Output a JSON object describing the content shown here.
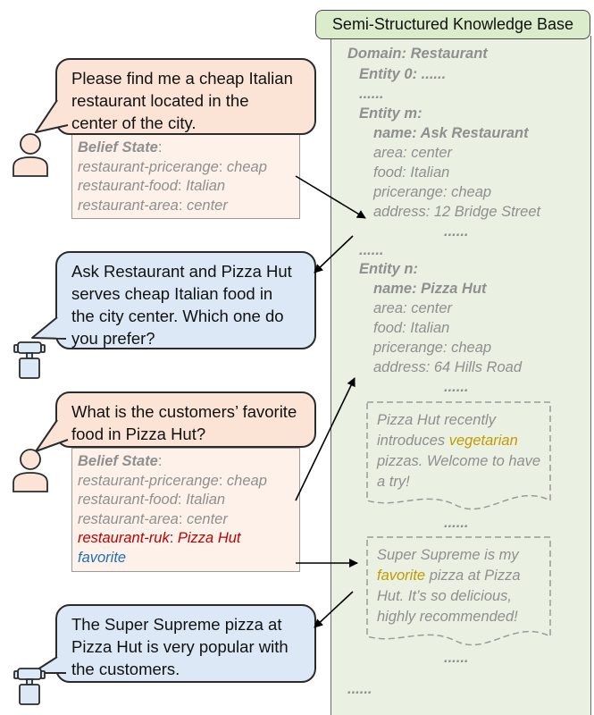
{
  "colors": {
    "user_bubble": "#fbe4d5",
    "system_bubble": "#dce8f6",
    "belief_bg": "#fdf1e9",
    "kb_bg": "#eaf1e3",
    "kb_title_bg": "#dbecca",
    "slot_text": "#8f8f8f",
    "highlight_red": "#c00000",
    "highlight_blue": "#1f6fb5",
    "highlight_gold": "#c09a00"
  },
  "icons": {
    "user": "person-icon",
    "system": "robot-icon"
  },
  "turns": [
    {
      "speaker": "user",
      "lines": [
        "Please find me a cheap Italian",
        "restaurant located in the",
        "center of the city."
      ]
    },
    {
      "speaker": "system",
      "lines": [
        "Ask Restaurant and Pizza Hut",
        "serves cheap Italian food in",
        "the city center. Which one do",
        "you prefer?"
      ]
    },
    {
      "speaker": "user",
      "lines": [
        "What is the customers’ favorite",
        "food in Pizza Hut?"
      ]
    },
    {
      "speaker": "system",
      "lines": [
        "The Super Supreme pizza at",
        "Pizza Hut is very popular with",
        "the customers."
      ]
    }
  ],
  "belief1": {
    "title": "Belief State",
    "colon": ":",
    "slots": [
      {
        "key": "restaurant-pricerange",
        "sep": ": ",
        "value": "cheap"
      },
      {
        "key": "restaurant-food",
        "sep": ": ",
        "value": "Italian"
      },
      {
        "key": "restaurant-area",
        "sep": ": ",
        "value": "center"
      }
    ]
  },
  "belief2": {
    "title": "Belief State",
    "colon": ":",
    "slots": [
      {
        "key": "restaurant-pricerange",
        "sep": ": ",
        "value": "cheap"
      },
      {
        "key": "restaurant-food",
        "sep": ": ",
        "value": "Italian"
      },
      {
        "key": "restaurant-area",
        "sep": ": ",
        "value": "center"
      }
    ],
    "ruk_key": "restaurant-ruk",
    "ruk_sep": ": ",
    "ruk_value": "Pizza Hut",
    "ruk_extra": "favorite"
  },
  "kb": {
    "title": "Semi-Structured Knowledge Base",
    "domain": "Domain: Restaurant",
    "entity0": "Entity 0: ......",
    "dots1": "......",
    "entity_m": "Entity m:",
    "m_name": "name: Ask Restaurant",
    "m_area": "area: center",
    "m_food": "food: Italian",
    "m_price": "pricerange: cheap",
    "m_address": "address: 12 Bridge Street",
    "m_dots": "......",
    "dots2": "......",
    "entity_n": "Entity n:",
    "n_name": "name: Pizza Hut",
    "n_area": "area: center",
    "n_food": "food: Italian",
    "n_price": "pricerange: cheap",
    "n_address": "address: 64 Hills Road",
    "n_dots": "......",
    "review1": {
      "pre": "Pizza Hut recently introduces ",
      "hl": "vegetarian",
      "post": " pizzas. Welcome to have a try!"
    },
    "review_dots": "......",
    "review2": {
      "pre": "Super Supreme is my ",
      "hl": "favorite",
      "post": " pizza at Pizza Hut. It’s so delicious, highly recommended!"
    },
    "end_dots1": "......",
    "end_dots2": "......"
  }
}
